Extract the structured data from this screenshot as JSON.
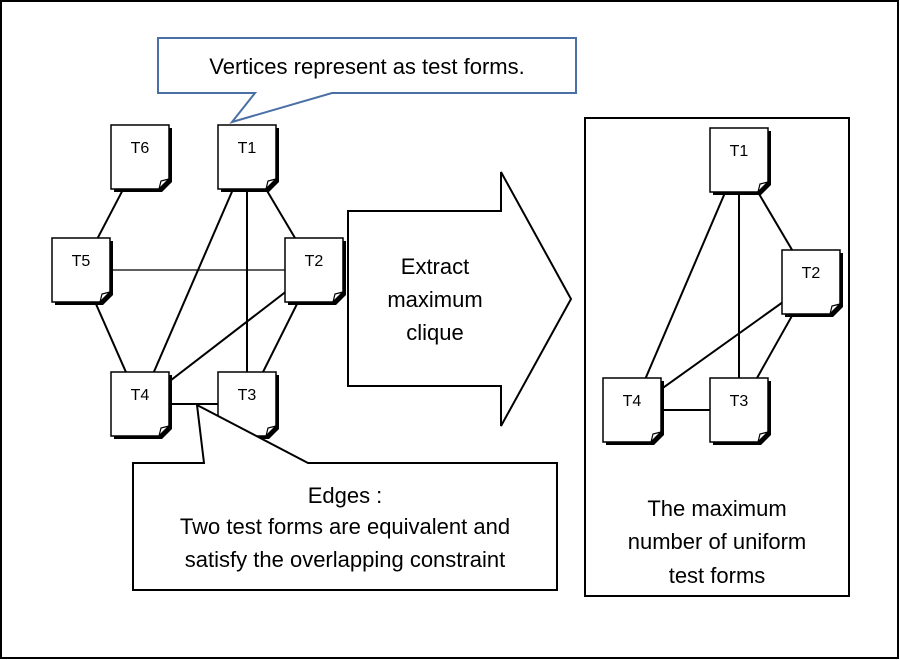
{
  "callout_vertices": {
    "text": "Vertices represent as test forms."
  },
  "callout_edges": {
    "lines": [
      "Edges :",
      "Two test forms are equivalent and",
      "satisfy the overlapping constraint"
    ]
  },
  "arrow": {
    "lines": [
      "Extract",
      "maximum",
      "clique"
    ]
  },
  "result_box": {
    "lines": [
      "The maximum",
      "number of uniform",
      "test forms"
    ]
  },
  "left_graph": {
    "nodes": [
      "T1",
      "T2",
      "T3",
      "T4",
      "T5",
      "T6"
    ],
    "edges": [
      [
        "T1",
        "T2"
      ],
      [
        "T1",
        "T3"
      ],
      [
        "T1",
        "T4"
      ],
      [
        "T2",
        "T3"
      ],
      [
        "T2",
        "T4"
      ],
      [
        "T2",
        "T5"
      ],
      [
        "T3",
        "T4"
      ],
      [
        "T4",
        "T5"
      ],
      [
        "T5",
        "T6"
      ]
    ]
  },
  "right_graph": {
    "nodes": [
      "T1",
      "T2",
      "T3",
      "T4"
    ],
    "edges": [
      [
        "T1",
        "T2"
      ],
      [
        "T1",
        "T3"
      ],
      [
        "T1",
        "T4"
      ],
      [
        "T2",
        "T3"
      ],
      [
        "T2",
        "T4"
      ],
      [
        "T3",
        "T4"
      ]
    ]
  },
  "colors": {
    "callout_border": "#4a6fa5",
    "stroke": "#000000",
    "background": "#ffffff"
  }
}
